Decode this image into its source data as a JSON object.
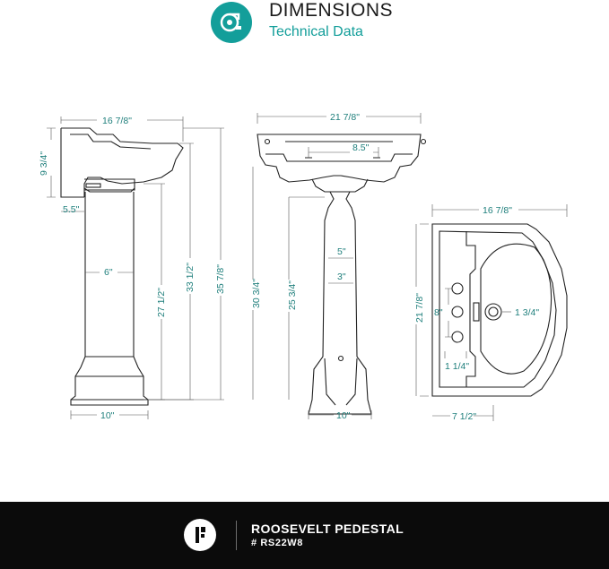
{
  "header": {
    "title": "DIMENSIONS",
    "subtitle": "Technical Data",
    "icon": "tape-measure-icon",
    "accent_color": "#139e9a"
  },
  "side_view": {
    "top_width": "16 7/8\"",
    "bowl_height": "9 3/4\"",
    "faucet_offset": "5.5\"",
    "column_width": "6\"",
    "base_width": "10\"",
    "bowl_bottom_height": "27 1/2\"",
    "rim_height": "33 1/2\"",
    "total_height": "35 7/8\""
  },
  "front_view": {
    "top_width": "21 7/8\"",
    "faucet_spread": "8.5\"",
    "column_upper_width": "5\"",
    "column_lower_width": "3\"",
    "overall_height": "30 3/4\"",
    "bowl_bottom_height": "25 3/4\"",
    "base_width": "10\""
  },
  "top_view": {
    "depth": "16 7/8\"",
    "width": "21 7/8\"",
    "hole_spread": "8\"",
    "drain_diameter": "1 3/4\"",
    "hole_offset": "1 1/4\"",
    "drain_offset": "7 1/2\""
  },
  "footer": {
    "product_name": "ROOSEVELT PEDESTAL",
    "sku": "# RS22W8",
    "background": "#0b0b0b"
  }
}
